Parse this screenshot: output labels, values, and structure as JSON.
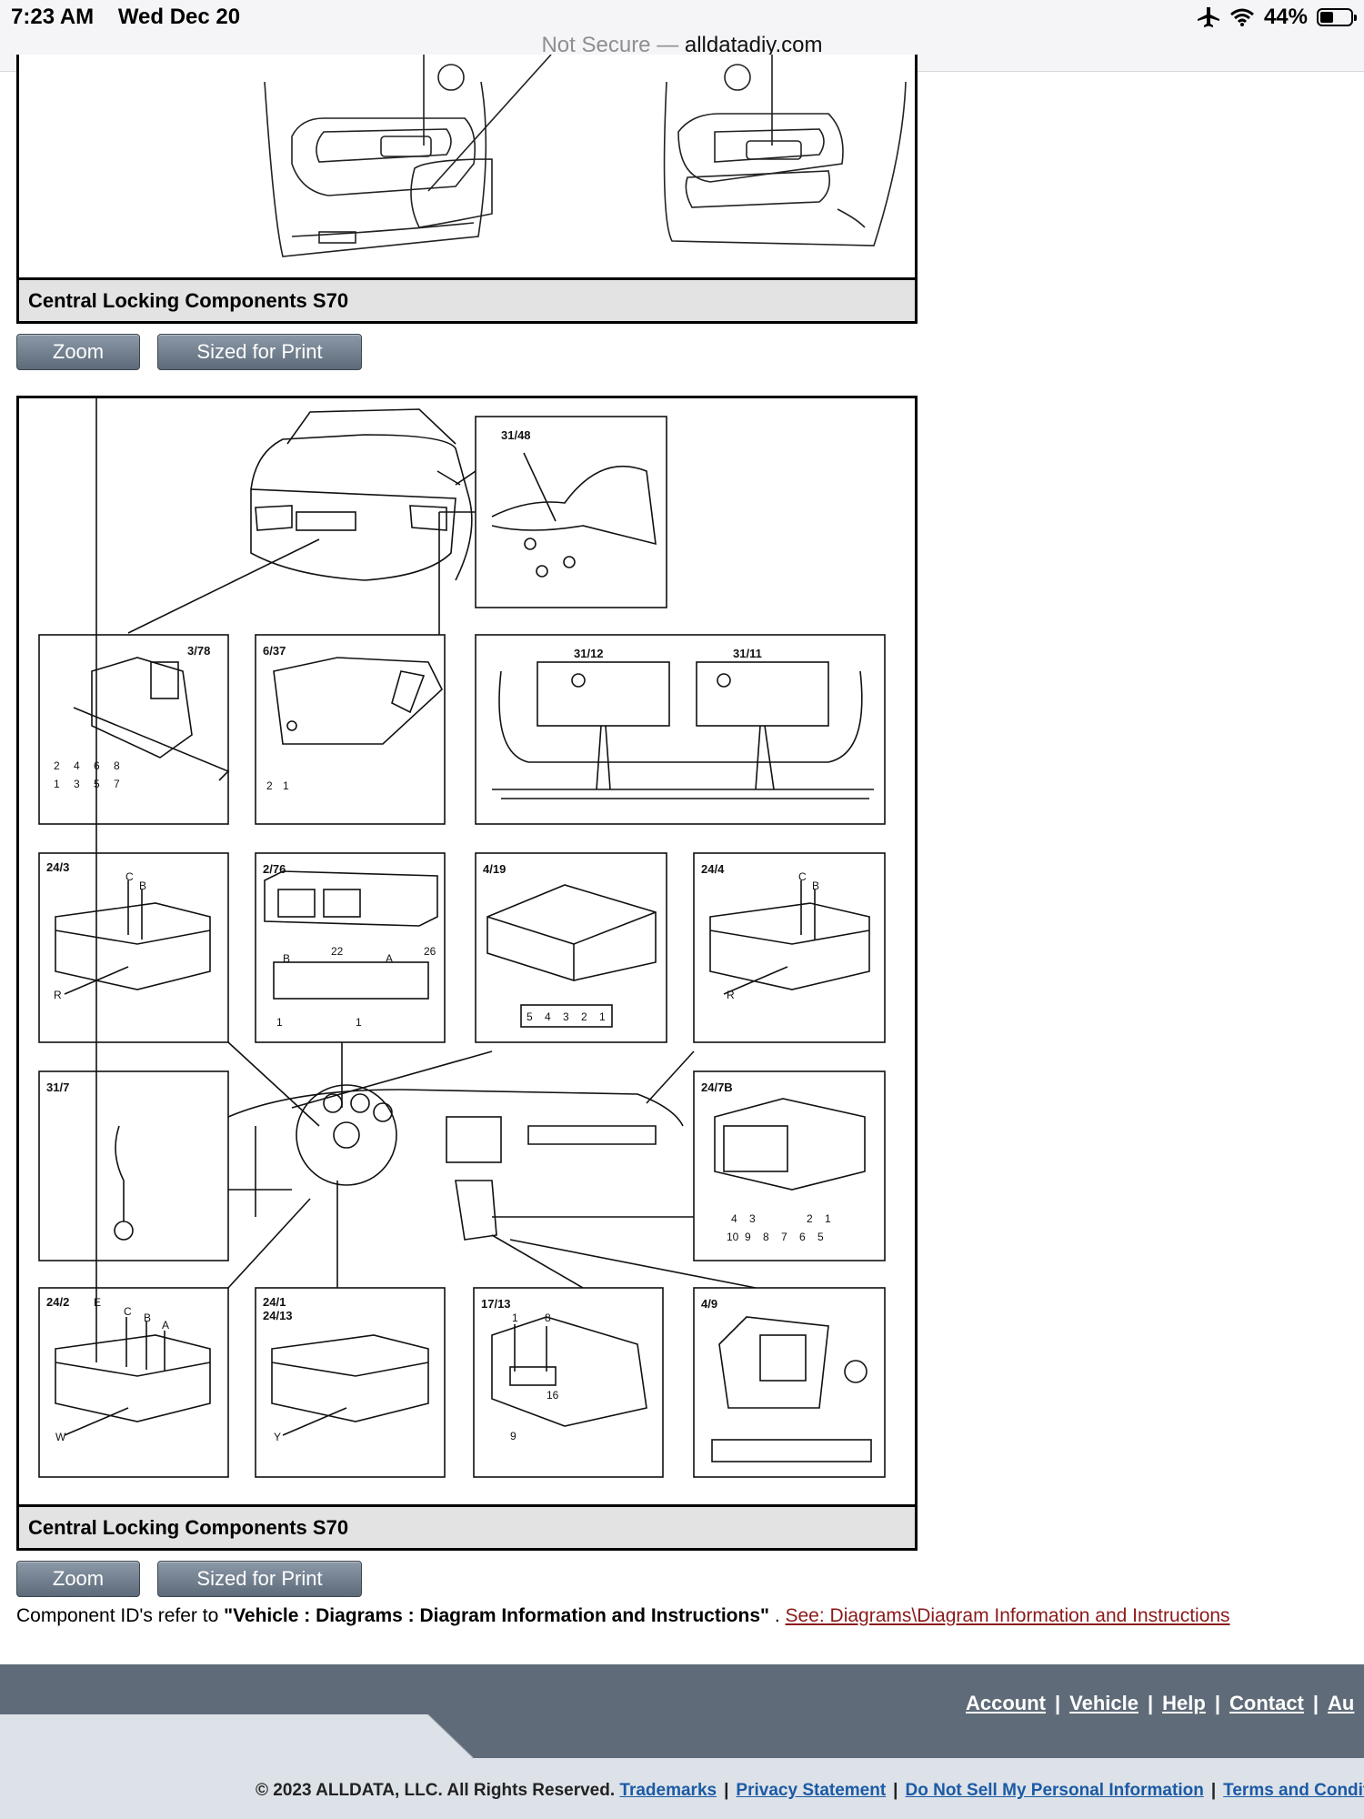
{
  "status_bar": {
    "time": "7:23 AM",
    "date": "Wed Dec 20",
    "battery": "44%",
    "battery_level": 0.44
  },
  "address_bar": {
    "security_label": "Not Secure —",
    "host": "alldatadiy.com"
  },
  "figure1": {
    "caption": "Central Locking Components S70",
    "zoom_label": "Zoom",
    "print_label": "Sized for Print"
  },
  "figure2": {
    "caption": "Central Locking Components S70",
    "zoom_label": "Zoom",
    "print_label": "Sized for Print",
    "panels": [
      {
        "id": "31/48",
        "extra": []
      },
      {
        "id": "3/78",
        "extra": [
          "2",
          "4",
          "6",
          "8",
          "1",
          "3",
          "5",
          "7"
        ]
      },
      {
        "id": "6/37",
        "extra": [
          "2",
          "1"
        ]
      },
      {
        "id": "31/12",
        "extra": []
      },
      {
        "id": "31/11",
        "extra": []
      },
      {
        "id": "24/3",
        "extra": [
          "C",
          "B",
          "R"
        ]
      },
      {
        "id": "2/76",
        "extra": [
          "B",
          "22",
          "A",
          "26",
          "1",
          "1"
        ]
      },
      {
        "id": "4/19",
        "extra": [
          "5",
          "4",
          "3",
          "2",
          "1"
        ]
      },
      {
        "id": "24/4",
        "extra": [
          "C",
          "B",
          "R"
        ]
      },
      {
        "id": "31/7",
        "extra": []
      },
      {
        "id": "24/7B",
        "extra": [
          "4",
          "3",
          "2",
          "1",
          "10",
          "9",
          "8",
          "7",
          "6",
          "5"
        ]
      },
      {
        "id": "24/2",
        "extra": [
          "E",
          "C",
          "B",
          "A",
          "W"
        ]
      },
      {
        "id": "24/1",
        "extra": [
          "Y"
        ]
      },
      {
        "id": "24/13",
        "extra": []
      },
      {
        "id": "17/13",
        "extra": [
          "1",
          "8",
          "16",
          "9"
        ]
      },
      {
        "id": "4/9",
        "extra": []
      }
    ]
  },
  "note": {
    "prefix": "Component ID's refer to ",
    "bold": "\"Vehicle : Diagrams : Diagram Information and Instructions\"",
    "middle": " . ",
    "link": "See: Diagrams\\Diagram Information and Instructions"
  },
  "footer": {
    "nav": [
      "Account",
      "Vehicle",
      "Help",
      "Contact",
      "Au"
    ],
    "copyright": "© 2023 ALLDATA, LLC. All Rights Reserved.",
    "links": [
      "Trademarks",
      "Privacy Statement",
      "Do Not Sell My Personal Information",
      "Terms and Conditio"
    ]
  }
}
